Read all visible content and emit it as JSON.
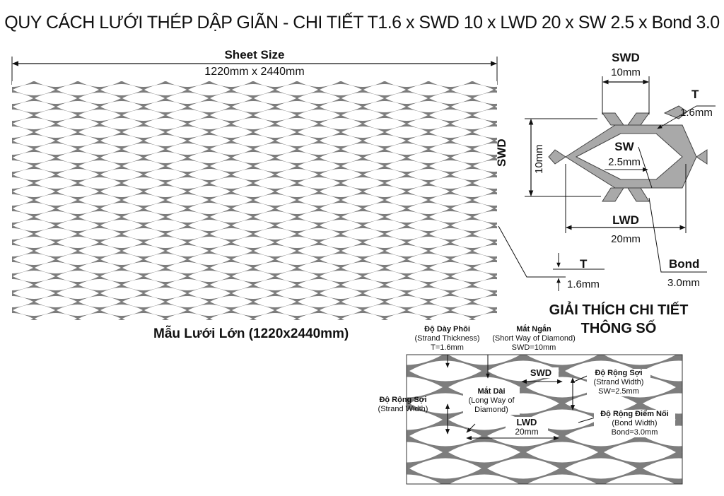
{
  "title": "QUY CÁCH LƯỚI THÉP DẬP GIÃN - CHI TIẾT T1.6 x SWD 10 x LWD 20 x SW 2.5 x Bond 3.0",
  "sheet": {
    "label": "Sheet Size",
    "size": "1220mm x 2440mm",
    "caption": "Mẫu Lưới Lớn (1220x2440mm)"
  },
  "thickness_callout": {
    "label": "T",
    "value": "1.6mm"
  },
  "detail": {
    "swd_label": "SWD",
    "swd_value": "10mm",
    "t_label": "T",
    "t_value": "1.6mm",
    "swd_side_label": "SWD",
    "swd_side_value": "10mm",
    "sw_label": "SW",
    "sw_value": "2.5mm",
    "lwd_label": "LWD",
    "lwd_value": "20mm",
    "bond_label": "Bond",
    "bond_value": "3.0mm"
  },
  "explain": {
    "heading_line1": "GIẢI THÍCH CHI TIẾT",
    "heading_line2": "THÔNG SỐ",
    "strand_thickness": {
      "vi": "Độ Dày Phôi",
      "en": "(Strand Thickness)",
      "val": "T=1.6mm"
    },
    "short_way": {
      "vi": "Mắt Ngắn",
      "en": "(Short Way of Diamond)",
      "val": "SWD=10mm"
    },
    "strand_width_left": {
      "vi": "Độ Rộng Sợi",
      "en": "(Strand Width)"
    },
    "long_way": {
      "vi": "Mắt Dài",
      "en1": "(Long Way of",
      "en2": "Diamond)"
    },
    "strand_width_right": {
      "vi": "Độ Rộng Sợi",
      "en": "(Strand Width)",
      "val": "SW=2.5mm"
    },
    "bond_width": {
      "vi": "Độ Rộng Điểm Nối",
      "en": "(Bond Width)",
      "val": "Bond=3.0mm"
    },
    "inner_swd": "SWD",
    "inner_lwd": "LWD",
    "inner_lwd_val": "20mm"
  }
}
